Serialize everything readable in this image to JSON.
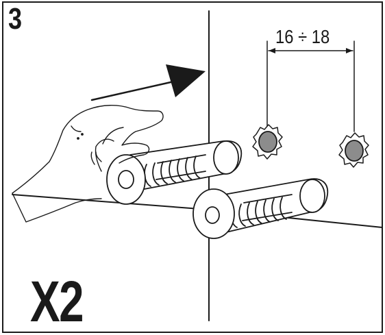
{
  "step": {
    "number": "3"
  },
  "quantity": {
    "label": "X2"
  },
  "dimension": {
    "label": "16 ÷ 18"
  },
  "colors": {
    "line": "#1a1a1a",
    "hole_fill": "#8c8c8c",
    "background": "#ffffff"
  }
}
